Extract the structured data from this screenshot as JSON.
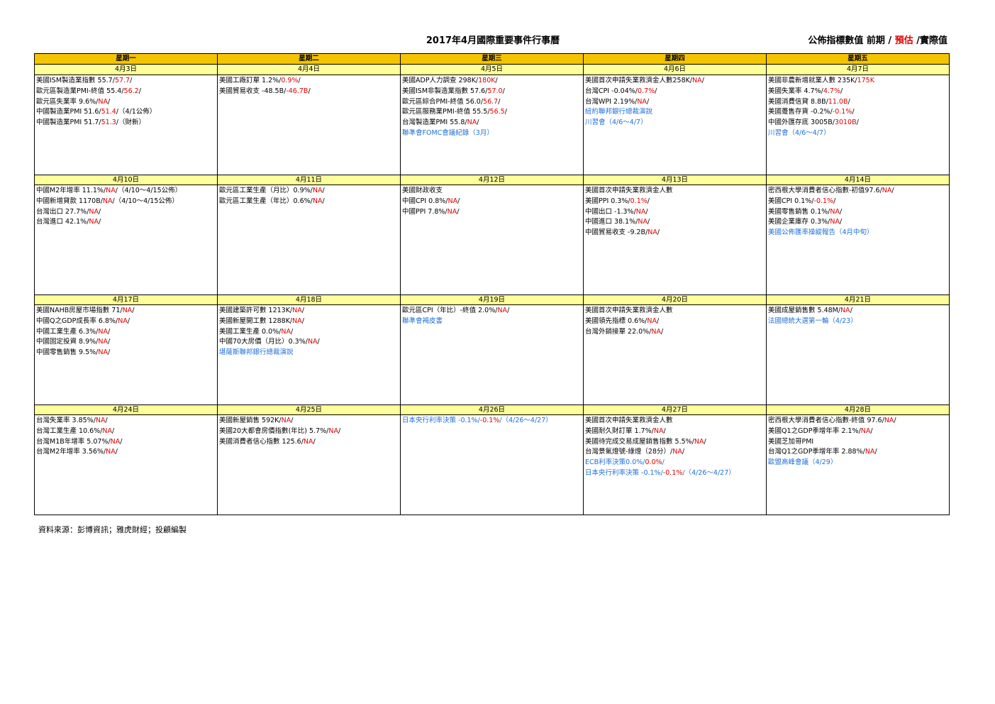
{
  "title": "2017年4月國際重要事件行事曆",
  "legend": {
    "prefix": "公佈指標數值  前期 / ",
    "estimate": "預估",
    "suffix": " /實際值"
  },
  "weekdays": [
    "星期一",
    "星期二",
    "星期三",
    "星期四",
    "星期五"
  ],
  "weeks": [
    {
      "height": 140,
      "days": [
        {
          "date": "4月3日",
          "events": [
            {
              "t": "美國ISM製造業指數 55.7/",
              "r": "57.7",
              "s": "/"
            },
            {
              "t": "歐元區製造業PMI-終值 55.4/",
              "r": "56.2",
              "s": "/"
            },
            {
              "t": "歐元區失業率 9.6%/",
              "r": "NA",
              "s": "/"
            },
            {
              "t": "中國製造業PMI 51.6/",
              "r": "51.4",
              "s": "/（4/1公佈）"
            },
            {
              "t": "中國製造業PMI 51.7/",
              "r": "51.3",
              "s": "/（財新）"
            }
          ]
        },
        {
          "date": "4月4日",
          "events": [
            {
              "t": "美國工廠訂單 1.2%/",
              "r": "0.9%",
              "s": "/"
            },
            {
              "t": "美國貿易收支 -48.5B/",
              "r": "-46.7B",
              "s": "/"
            }
          ]
        },
        {
          "date": "4月5日",
          "events": [
            {
              "t": "美國ADP人力調查 298K/",
              "r": "180K",
              "s": "/"
            },
            {
              "t": "美國ISM非製造業指數 57.6/",
              "r": "57.0",
              "s": "/"
            },
            {
              "t": "歐元區綜合PMI-終值 56.0/",
              "r": "56.7",
              "s": "/"
            },
            {
              "t": "歐元區服務業PMI-終值 55.5/",
              "r": "56.5",
              "s": "/"
            },
            {
              "t": "台灣製造業PMI 55.8/",
              "r": "NA",
              "s": "/"
            },
            {
              "t": "聯準會FOMC會議紀錄（3月）",
              "blue": true
            }
          ]
        },
        {
          "date": "4月6日",
          "events": [
            {
              "t": "美國首次申請失業救濟金人數258K/",
              "r": "NA",
              "s": "/"
            },
            {
              "t": "台灣CPI -0.04%/",
              "r": "0.7%",
              "s": "/"
            },
            {
              "t": "台灣WPI  2.19%/",
              "r": "NA",
              "s": "/"
            },
            {
              "t": "紐約聯邦銀行總裁演說",
              "blue": true
            },
            {
              "t": "川習會（4/6～4/7）",
              "blue": true
            }
          ]
        },
        {
          "date": "4月7日",
          "events": [
            {
              "t": "美國非農新增就業人數 235K/",
              "r": "175K",
              "s": ""
            },
            {
              "t": "美國失業率 4.7%/",
              "r": "4.7%",
              "s": "/"
            },
            {
              "t": "美國消費信貸 8.8B/",
              "r": "11.0B",
              "s": "/"
            },
            {
              "t": "美國躉售存貨 -0.2%/",
              "r": "-0.1%",
              "s": "/"
            },
            {
              "t": "中國外匯存底 3005B/",
              "r": "3010B",
              "s": "/"
            },
            {
              "t": "川習會（4/6～4/7）",
              "blue": true
            }
          ]
        }
      ]
    },
    {
      "height": 154,
      "days": [
        {
          "date": "4月10日",
          "events": [
            {
              "t": "中國M2年增率 11.1%/",
              "r": "NA",
              "s": "/（4/10～4/15公佈）"
            },
            {
              "t": "中國新增貸款 1170B/",
              "r": "NA",
              "s": "/（4/10～4/15公佈）"
            },
            {
              "t": "台灣出口 27.7%/",
              "r": "NA",
              "s": "/"
            },
            {
              "t": "台灣進口 42.1%/",
              "r": "NA",
              "s": "/"
            }
          ]
        },
        {
          "date": "4月11日",
          "events": [
            {
              "t": "歐元區工業生產（月比）0.9%/",
              "r": "NA",
              "s": "/"
            },
            {
              "t": "歐元區工業生產（年比）0.6%/",
              "r": "NA",
              "s": "/"
            }
          ]
        },
        {
          "date": "4月12日",
          "events": [
            {
              "t": "美國財政收支"
            },
            {
              "t": "中國CPI  0.8%/",
              "r": "NA",
              "s": "/"
            },
            {
              "t": "中國PPI  7.8%/",
              "r": "NA",
              "s": "/"
            }
          ]
        },
        {
          "date": "4月13日",
          "events": [
            {
              "t": "美國首次申請失業救濟金人數"
            },
            {
              "t": "美國PPI 0.3%/",
              "r": "0.1%",
              "s": "/"
            },
            {
              "t": "中國出口 -1.3%/",
              "r": "NA",
              "s": "/"
            },
            {
              "t": "中國進口 38.1%/",
              "r": "NA",
              "s": "/"
            },
            {
              "t": "中國貿易收支 -9.2B/",
              "r": "NA",
              "s": "/"
            }
          ]
        },
        {
          "date": "4月14日",
          "events": [
            {
              "t": "密西根大學消費者信心指數-初值97.6/",
              "r": "NA",
              "s": "/"
            },
            {
              "t": "美國CPI 0.1%/",
              "r": "-0.1%",
              "s": "/"
            },
            {
              "t": "美國零售銷售 0.1%/",
              "r": "NA",
              "s": "/"
            },
            {
              "t": "美國企業庫存 0.3%/",
              "r": "NA",
              "s": "/"
            },
            {
              "t": "美國公佈匯率操縱報告（4月中旬）",
              "blue": true
            }
          ]
        }
      ]
    },
    {
      "height": 140,
      "days": [
        {
          "date": "4月17日",
          "events": [
            {
              "t": "美國NAHB房屋市場指數 71/",
              "r": "NA",
              "s": "/"
            },
            {
              "t": "中國Q之GDP成長率 6.8%/",
              "r": "NA",
              "s": "/"
            },
            {
              "t": "中國工業生產 6.3%/",
              "r": "NA",
              "s": "/"
            },
            {
              "t": "中國固定投資 8.9%/",
              "r": "NA",
              "s": "/"
            },
            {
              "t": "中國零售銷售 9.5%/",
              "r": "NA",
              "s": "/"
            }
          ]
        },
        {
          "date": "4月18日",
          "events": [
            {
              "t": "美國建築許可數 1213K/",
              "r": "NA",
              "s": "/"
            },
            {
              "t": "美國新屋開工數 1288K/",
              "r": "NA",
              "s": "/"
            },
            {
              "t": "美國工業生產 0.0%/",
              "r": "NA",
              "s": "/"
            },
            {
              "t": "中國70大房價（月比）0.3%/",
              "r": "NA",
              "s": "/"
            },
            {
              "t": "堪薩斯聯邦銀行總裁演說",
              "blue": true
            }
          ]
        },
        {
          "date": "4月19日",
          "events": [
            {
              "t": "歐元區CPI（年比）-終值 2.0%/",
              "r": "NA",
              "s": "/"
            },
            {
              "t": "聯準會褐皮書",
              "blue": true
            }
          ]
        },
        {
          "date": "4月20日",
          "events": [
            {
              "t": "美國首次申請失業救濟金人數"
            },
            {
              "t": "美國領先指標 0.6%/",
              "r": "NA",
              "s": "/"
            },
            {
              "t": "台灣外銷接單 22.0%/",
              "r": "NA",
              "s": "/"
            }
          ]
        },
        {
          "date": "4月21日",
          "events": [
            {
              "t": "美國成屋銷售數 5.48M/",
              "r": "NA",
              "s": "/"
            },
            {
              "t": "法國總統大選第一輪（4/23）",
              "blue": true
            }
          ]
        }
      ]
    },
    {
      "height": 140,
      "days": [
        {
          "date": "4月24日",
          "events": [
            {
              "t": "台灣失業率 3.85%/",
              "r": "NA",
              "s": "/"
            },
            {
              "t": "台灣工業生產 10.6%/",
              "r": "NA",
              "s": "/"
            },
            {
              "t": "台灣M1B年增率 5.07%/",
              "r": "NA",
              "s": "/"
            },
            {
              "t": "台灣M2年增率 3.56%/",
              "r": "NA",
              "s": "/"
            }
          ]
        },
        {
          "date": "4月25日",
          "events": [
            {
              "t": "美國新屋銷售 592K/",
              "r": "NA",
              "s": "/"
            },
            {
              "t": "美國20大都會房價指數(年比) 5.7%/",
              "r": "NA",
              "s": "/"
            },
            {
              "t": "美國消費者信心指數  125.6/",
              "r": "NA",
              "s": "/"
            }
          ]
        },
        {
          "date": "4月26日",
          "events": [
            {
              "t": "日本央行利率決策 -0.1%/",
              "r": "-0.1%",
              "s": "/（4/26～4/27）",
              "blue": true
            }
          ]
        },
        {
          "date": "4月27日",
          "events": [
            {
              "t": "美國首次申請失業救濟金人數"
            },
            {
              "t": "美國耐久財訂單 1.7%/",
              "r": "NA",
              "s": "/"
            },
            {
              "t": "美國待完成交易成屋銷售指數 5.5%/",
              "r": "NA",
              "s": "/"
            },
            {
              "t": "台灣景氣燈號-綠燈（28分）/",
              "r": "NA",
              "s": "/"
            },
            {
              "t": "ECB利率決策0.0%/",
              "r": "0.0%",
              "s": "/",
              "blue": true
            },
            {
              "t": "日本央行利率決策 -0.1%/",
              "r": "-0.1%",
              "s": "/（4/26～4/27）",
              "blue": true
            }
          ]
        },
        {
          "date": "4月28日",
          "events": [
            {
              "t": "密西根大學消費者信心指數-終值 97.6/",
              "r": "NA",
              "s": "/"
            },
            {
              "t": "美國Q1之GDP季增年率 2.1%/",
              "r": "NA",
              "s": "/"
            },
            {
              "t": "美國芝加哥PMI"
            },
            {
              "t": "台灣Q1之GDP季增年率 2.88%/",
              "r": "NA",
              "s": "/"
            },
            {
              "t": "歐盟高峰會議（4/29）",
              "blue": true
            }
          ]
        }
      ]
    }
  ],
  "source": "資料來源：彭博資訊；雅虎財經；投顧編製"
}
